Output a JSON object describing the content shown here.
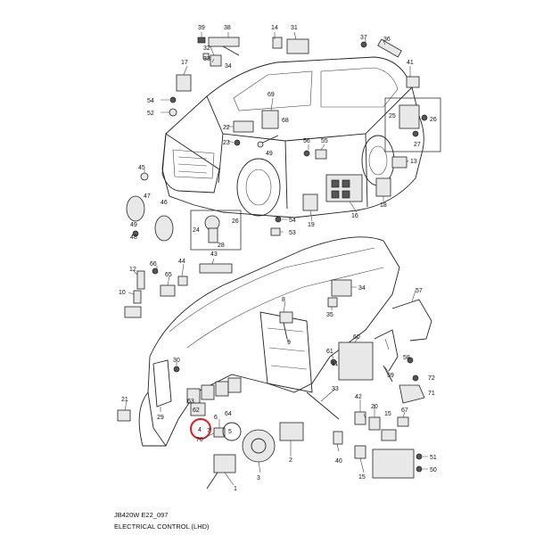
{
  "footer": {
    "code": "JB420W E22_097",
    "title": "ELECTRICAL CONTROL (LHD)"
  },
  "highlight": {
    "label": "4",
    "color": "#e0191e"
  },
  "callouts": {
    "c1": "1",
    "c2": "2",
    "c3": "3",
    "c5": "5",
    "c6": "6",
    "c7": "7",
    "c8": "8",
    "c9": "9",
    "c10": "10",
    "c11": "11",
    "c12": "12",
    "c13": "13",
    "c14": "14",
    "c15": "15",
    "c16": "16",
    "c17": "17",
    "c18": "18",
    "c19": "19",
    "c20": "20",
    "c21": "21",
    "c22": "22",
    "c23": "23",
    "c24": "24",
    "c25": "25",
    "c26": "26",
    "c27": "27",
    "c28": "28",
    "c29": "29",
    "c30": "30",
    "c31": "31",
    "c32": "32",
    "c33": "33",
    "c34": "34",
    "c35": "35",
    "c36": "36",
    "c37": "37",
    "c38": "38",
    "c39": "39",
    "c40": "40",
    "c41": "41",
    "c42": "42",
    "c43": "43",
    "c44": "44",
    "c45": "45",
    "c46": "46",
    "c47": "47",
    "c48": "48",
    "c49": "49",
    "c50": "50",
    "c51": "51",
    "c52": "52",
    "c53": "53",
    "c54": "54",
    "c55": "55",
    "c56": "56",
    "c57": "57",
    "c58": "58",
    "c59": "59",
    "c60": "60",
    "c61": "61",
    "c62": "62",
    "c63": "63",
    "c64": "64",
    "c65": "65",
    "c66": "66",
    "c67": "67",
    "c68": "68",
    "c69": "69",
    "c70": "70",
    "c71": "71",
    "c72": "72"
  }
}
